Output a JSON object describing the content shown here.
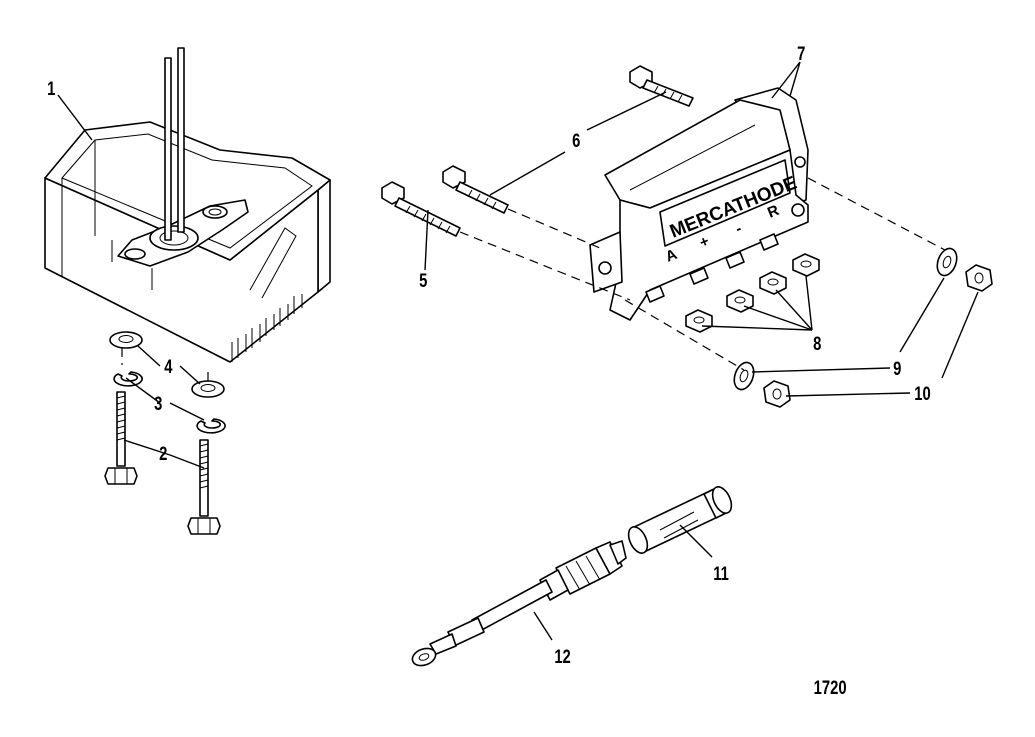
{
  "callouts": {
    "c1": "1",
    "c2": "2",
    "c3": "3",
    "c4": "4",
    "c5": "5",
    "c6": "6",
    "c7": "7",
    "c8": "8",
    "c9": "9",
    "c10": "10",
    "c11": "11",
    "c12": "12"
  },
  "module": {
    "brand": "MERCATHODE",
    "terminal_a": "A",
    "terminal_plus": "+",
    "terminal_minus": "-",
    "terminal_r": "R"
  },
  "figure_number": "1720"
}
